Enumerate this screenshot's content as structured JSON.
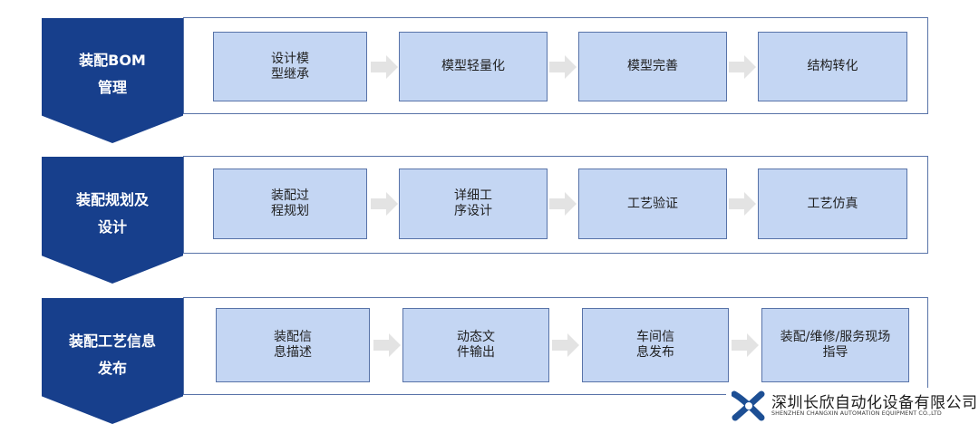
{
  "rows": [
    {
      "label": "装配BOM\n管理",
      "steps": [
        "设计模\n型继承",
        "模型轻量化",
        "模型完善",
        "结构转化"
      ]
    },
    {
      "label": "装配规划及\n设计",
      "steps": [
        "装配过\n程规划",
        "详细工\n序设计",
        "工艺验证",
        "工艺仿真"
      ]
    },
    {
      "label": "装配工艺信息\n发布",
      "steps": [
        "装配信\n息描述",
        "动态文\n件输出",
        "车间信\n息发布",
        "装配/维修/服务现场\n指导"
      ]
    }
  ],
  "logo": {
    "name": "深圳长欣自动化设备有限公司",
    "subtitle": "SHENZHEN CHANGXIN AUTOMATION EQUIPMENT CO.,LTD",
    "icon": "x-logo-icon"
  },
  "colors": {
    "chevron": "#173f8c",
    "step_fill": "#c4d6f3",
    "border": "#5873a8",
    "arrow": "#e3e3e3"
  }
}
